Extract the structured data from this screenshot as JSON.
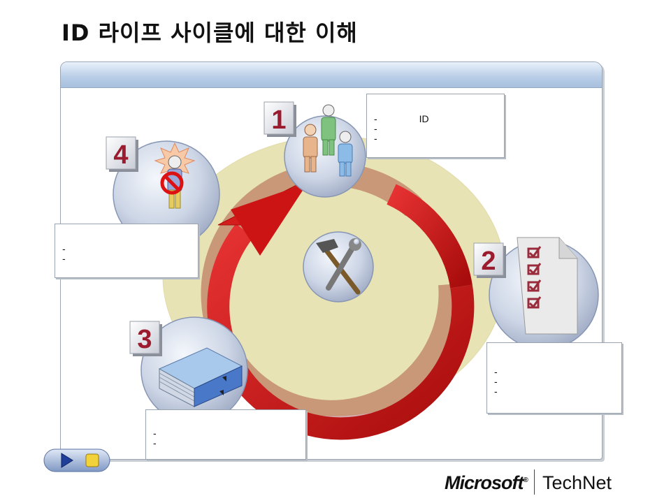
{
  "title": "ID 라이프 사이클에 대한 이해",
  "steps": [
    {
      "number": "1",
      "icon": "users-group-icon"
    },
    {
      "number": "2",
      "icon": "checklist-document-icon"
    },
    {
      "number": "3",
      "icon": "binder-icon"
    },
    {
      "number": "4",
      "icon": "blocked-user-icon"
    }
  ],
  "center_icon": "hammer-wrench-icon",
  "callouts": {
    "c1": [
      "-",
      "-",
      "-"
    ],
    "c1_extra": "ID",
    "c2": [
      "-",
      "-",
      "-"
    ],
    "c3": [
      "-",
      "-"
    ],
    "c4": [
      "-",
      "-"
    ]
  },
  "nav": {
    "play_icon": "play-icon",
    "stop_icon": "stop-icon"
  },
  "logo": {
    "brand": "Microsoft",
    "reg": "®",
    "product": "TechNet"
  },
  "colors": {
    "arrow": "#cc1111",
    "accent": "#9b1c2e",
    "ellipse": "#e8e3b4"
  }
}
